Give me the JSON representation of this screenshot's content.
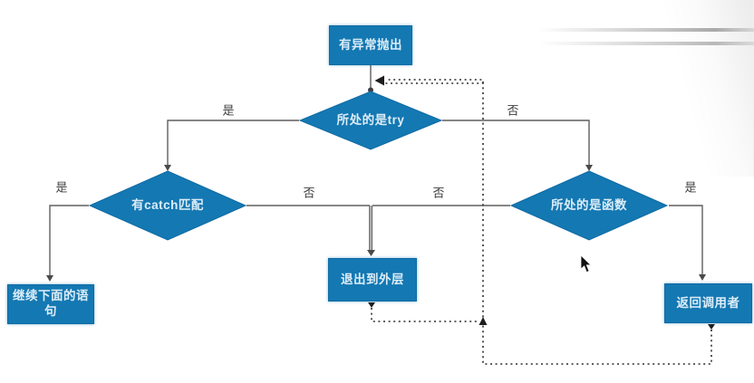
{
  "diagram": {
    "type": "flowchart",
    "topic": "exception-propagation-flow"
  },
  "nodes": {
    "start": {
      "label": "有异常抛出",
      "shape": "rectangle"
    },
    "is_try": {
      "label": "所处的是try",
      "shape": "diamond"
    },
    "has_catch": {
      "label": "有catch匹配",
      "shape": "diamond"
    },
    "is_function": {
      "label": "所处的是函数",
      "shape": "diamond"
    },
    "continue_next": {
      "label": "继续下面的语句",
      "shape": "rectangle"
    },
    "exit_outer": {
      "label": "退出到外层",
      "shape": "rectangle"
    },
    "return_caller": {
      "label": "返回调用者",
      "shape": "rectangle"
    }
  },
  "edge_labels": {
    "is_try_yes": "是",
    "is_try_no": "否",
    "has_catch_yes": "是",
    "has_catch_no": "否",
    "is_function_no": "否",
    "is_function_yes": "是"
  },
  "colors": {
    "node_fill": "#1478b2",
    "node_border": "#0f6ba4",
    "node_text": "#dcedf8",
    "solid_line": "#5f5f5f",
    "dotted_line": "#2d2d2d",
    "edge_label_text": "#3d3d3d",
    "background": "#ffffff"
  }
}
